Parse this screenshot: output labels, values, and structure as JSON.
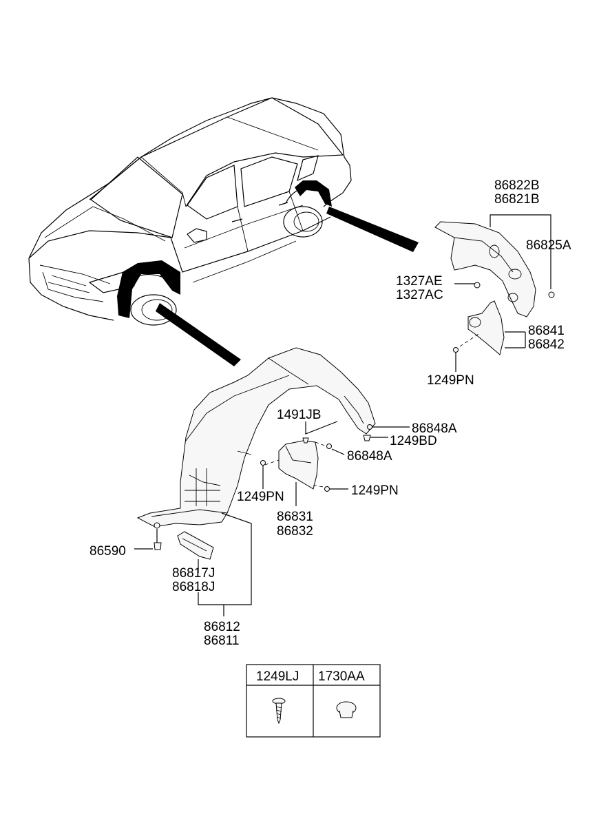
{
  "labels": {
    "p86822B": "86822B",
    "p86821B": "86821B",
    "p86825A": "86825A",
    "p1327AE": "1327AE",
    "p1327AC": "1327AC",
    "p86841": "86841",
    "p86842": "86842",
    "p1249PN_rear": "1249PN",
    "p1491JB": "1491JB",
    "p86848A_upper": "86848A",
    "p1249BD": "1249BD",
    "p86848A_lower": "86848A",
    "p1249PN_left": "1249PN",
    "p1249PN_right": "1249PN",
    "p86831": "86831",
    "p86832": "86832",
    "p86590": "86590",
    "p86817J": "86817J",
    "p86818J": "86818J",
    "p86812": "86812",
    "p86811": "86811"
  },
  "legend": {
    "col1": "1249LJ",
    "col2": "1730AA"
  }
}
